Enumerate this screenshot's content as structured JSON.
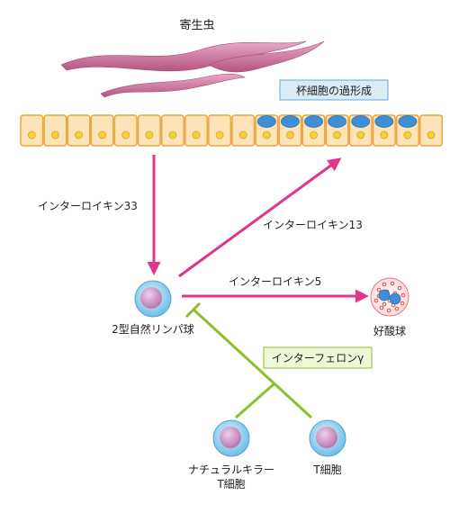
{
  "parasite_label": "寄生虫",
  "goblet_label": "杯細胞の過形成",
  "il33_label": "インターロイキン33",
  "il13_label": "インターロイキン13",
  "il5_label": "インターロイキン5",
  "ilc2_label": "2型自然リンパ球",
  "eosinophil_label": "好酸球",
  "ifng_label": "インターフェロンγ",
  "nkt_label_line1": "ナチュラルキラー",
  "nkt_label_line2": "T細胞",
  "tcell_label": "T細胞",
  "colors": {
    "activation_arrow": "#e0358a",
    "inhibition_line": "#8dbf2c",
    "parasite": "#c76b98",
    "epithelium_fill": "#fde3b8",
    "epithelium_border": "#eea43c",
    "nucleus": "#f5d23a",
    "goblet_mucus": "#3f8fd6",
    "cell_outer": "#7cc3ea",
    "cell_inner": "#c78dc2",
    "eosinophil": "#e24a4a",
    "goblet_box_fill": "#dcebf8",
    "goblet_box_border": "#6aa6d8",
    "ifng_box_fill": "#eef7d6",
    "ifng_box_border": "#8dbf2c"
  }
}
